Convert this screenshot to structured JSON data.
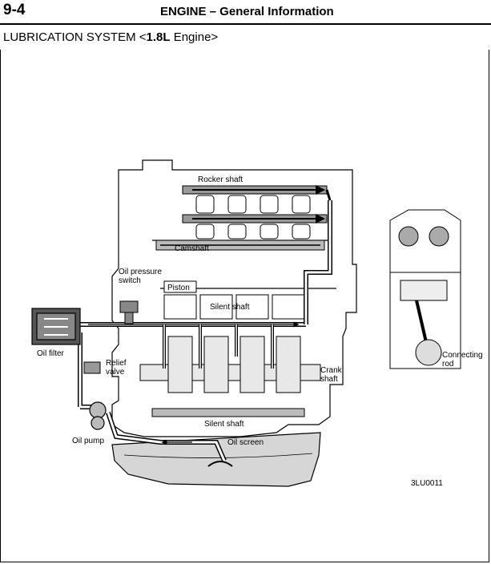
{
  "header": {
    "page_number": "9-4",
    "heading": "ENGINE – General Information"
  },
  "section": {
    "title_prefix": "LUBRICATION SYSTEM <",
    "title_bold": "1.8L",
    "title_suffix": " Engine>"
  },
  "diagram": {
    "labels": {
      "rocker_shaft": "Rocker shaft",
      "camshaft": "Camshaft",
      "oil_pressure_switch_line1": "Oil pressure",
      "oil_pressure_switch_line2": "switch",
      "piston": "Piston",
      "silent_shaft_upper": "Silent shaft",
      "oil_filter": "Oil filter",
      "relief_valve_line1": "Relief",
      "relief_valve_line2": "valve",
      "crank_shaft_line1": "Crank",
      "crank_shaft_line2": "shaft",
      "silent_shaft_lower": "Silent shaft",
      "oil_pump": "Oil pump",
      "oil_screen": "Oil screen",
      "connecting_rod_line1": "Connecting",
      "connecting_rod_line2": "rod"
    },
    "figure_code": "3LU0011"
  }
}
